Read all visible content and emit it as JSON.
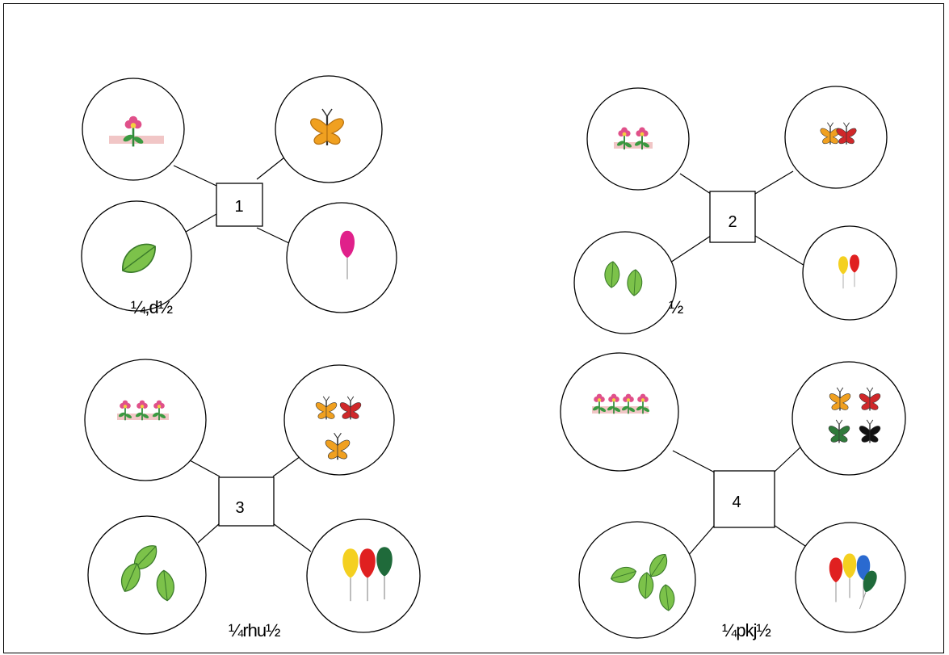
{
  "groups": [
    {
      "number": "1",
      "caption": "¼,d½",
      "flowers": 1,
      "butterflies": 1,
      "leaves": 1,
      "balloons": 1
    },
    {
      "number": "2",
      "caption": "½",
      "flowers": 2,
      "butterflies": 2,
      "leaves": 2,
      "balloons": 2
    },
    {
      "number": "3",
      "caption": "¼rhu½",
      "flowers": 3,
      "butterflies": 3,
      "leaves": 3,
      "balloons": 3
    },
    {
      "number": "4",
      "caption": "¼pkj½",
      "flowers": 4,
      "butterflies": 4,
      "leaves": 4,
      "balloons": 4
    }
  ],
  "colors": {
    "flower_petal": "#e0508a",
    "flower_stem": "#2f8a3a",
    "butterfly_orange": "#f0a020",
    "butterfly_red": "#d0282a",
    "butterfly_green": "#2f7a3a",
    "butterfly_black": "#111111",
    "leaf": "#7cc24a",
    "balloon_pink": "#e0208a",
    "balloon_yellow": "#f4d020",
    "balloon_red": "#e02020",
    "balloon_blue": "#2a6ad0",
    "balloon_green": "#1f6a3a"
  }
}
